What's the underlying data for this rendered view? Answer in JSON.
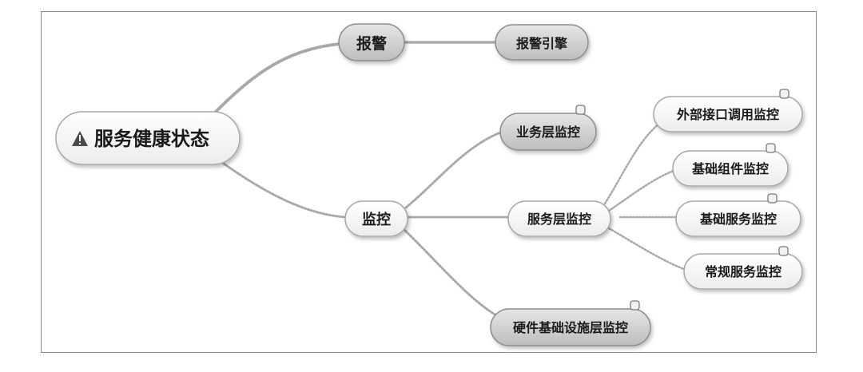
{
  "mindmap": {
    "root": {
      "warning_icon": "warning-icon",
      "label": "服务健康状态"
    },
    "nodes": {
      "alarm": {
        "label": "报警"
      },
      "alarm_engine": {
        "label": "报警引擎"
      },
      "monitor": {
        "label": "监控"
      },
      "business_layer": {
        "label": "业务层监控"
      },
      "service_layer": {
        "label": "服务层监控"
      },
      "hardware_layer": {
        "label": "硬件基础设施层监控"
      },
      "external_api": {
        "label": "外部接口调用监控"
      },
      "base_component": {
        "label": "基础组件监控"
      },
      "base_service": {
        "label": "基础服务监控"
      },
      "regular_service": {
        "label": "常规服务监控"
      }
    },
    "colors": {
      "gray_node": "#c9c9c9",
      "white_node": "#f8f8f8",
      "edge": "#a8a8a8"
    }
  }
}
